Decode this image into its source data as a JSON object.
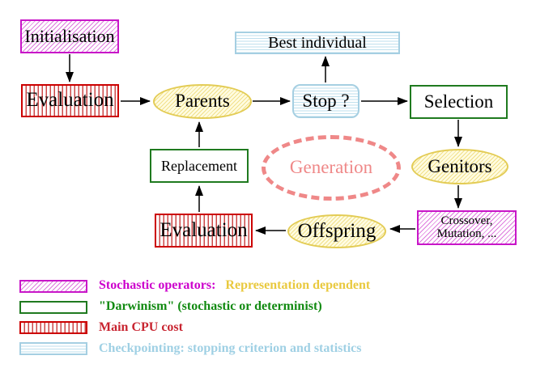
{
  "diagram": {
    "nodes": {
      "initialisation": "Initialisation",
      "evaluation_top": "Evaluation",
      "parents": "Parents",
      "stop": "Stop ?",
      "best_individual": "Best individual",
      "selection": "Selection",
      "genitors": "Genitors",
      "crossover_line1": "Crossover,",
      "crossover_line2": "Mutation, ...",
      "offspring": "Offspring",
      "evaluation_bottom": "Evaluation",
      "replacement": "Replacement",
      "generation": "Generation"
    },
    "legend": {
      "items": [
        {
          "swatch": "magenta-diagonal-hatch",
          "label": "Stochastic operators:",
          "label_suffix": "Representation dependent",
          "label_color": "#cc00cc",
          "suffix_color": "#e9c93e"
        },
        {
          "swatch": "green-diagonal-hatch",
          "label": "\"Darwinism\" (stochastic or determinist)",
          "label_color": "#118a11"
        },
        {
          "swatch": "red-vertical-stripes",
          "label": "Main CPU cost",
          "label_color": "#c82430"
        },
        {
          "swatch": "cyan-horizontal-stripes",
          "label": "Checkpointing: stopping criterion and statistics",
          "label_color": "#9fd0e4"
        }
      ]
    },
    "colors": {
      "magenta_border": "#c816c8",
      "green_border": "#1f7a1f",
      "red_border": "#cc0000",
      "cyan_border": "#a5cfe2",
      "yellow_border": "#e3cc55",
      "salmon_dashed": "#ef8888",
      "arrow": "#000000"
    }
  }
}
